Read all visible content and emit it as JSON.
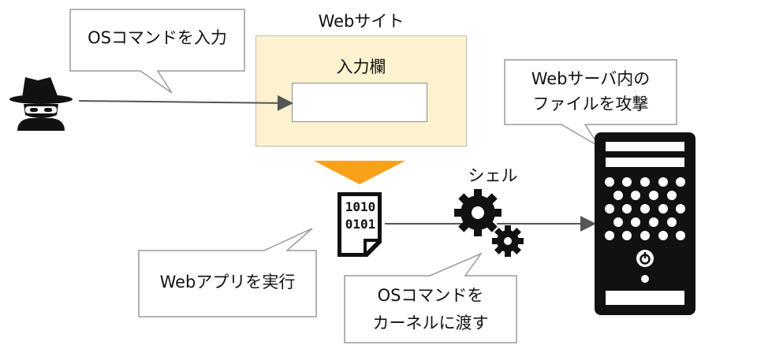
{
  "bubbles": {
    "attacker_input": "OSコマンドを入力",
    "server_attack_line1": "Webサーバ内の",
    "server_attack_line2": "ファイルを攻撃",
    "app_execute": "Webアプリを実行",
    "kernel_line1": "OSコマンドを",
    "kernel_line2": "カーネルに渡す"
  },
  "website": {
    "title": "Webサイト",
    "input_label": "入力欄"
  },
  "shell": {
    "label": "シェル"
  },
  "binary_file": {
    "line1": "1010",
    "line2": "0101"
  },
  "colors": {
    "website_fill": "#fdf2d0",
    "arrow_orange": "#f9a11b",
    "icon_dark": "#111111",
    "line_gray": "#555555"
  },
  "icons": [
    "hacker-icon",
    "binary-file-icon",
    "gears-icon",
    "server-icon"
  ]
}
